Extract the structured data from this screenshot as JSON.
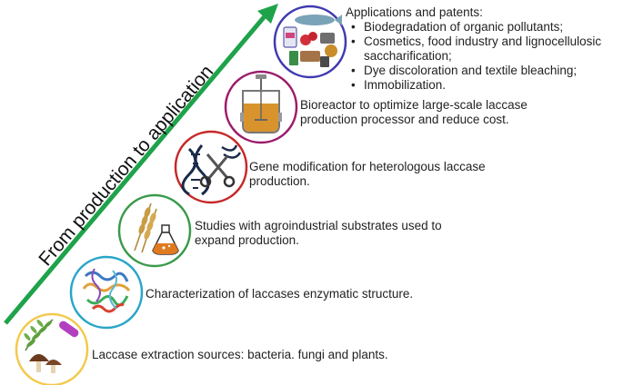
{
  "diagram": {
    "arrow_label": "From production to application",
    "arrow_color": "#1ea34a",
    "steps": [
      {
        "id": "sources",
        "text_lines": [
          "Laccase extraction sources: bacteria. fungi and plants."
        ],
        "color": "#f2c94c"
      },
      {
        "id": "structure",
        "text_lines": [
          "Characterization of laccases enzymatic structure."
        ],
        "color": "#2aa5c9"
      },
      {
        "id": "substrates",
        "text_lines": [
          "Studies with agroindustrial substrates used to",
          "expand production."
        ],
        "color": "#3a9a4a"
      },
      {
        "id": "gene",
        "text_lines": [
          "Gene modification for heterologous laccase",
          "production."
        ],
        "color": "#c62828"
      },
      {
        "id": "bioreactor",
        "text_lines": [
          "Bioreactor to optimize large-scale laccase",
          "production processor and reduce cost."
        ],
        "color": "#9c1c6b"
      }
    ],
    "applications": {
      "title": "Applications and patents:",
      "color": "#3f3ab0",
      "items": [
        [
          "Biodegradation of organic pollutants;"
        ],
        [
          "Cosmetics, food industry and lignocellulosic",
          "saccharification;"
        ],
        [
          "Dye discoloration and textile bleaching;"
        ],
        [
          "Immobilization."
        ]
      ]
    }
  }
}
